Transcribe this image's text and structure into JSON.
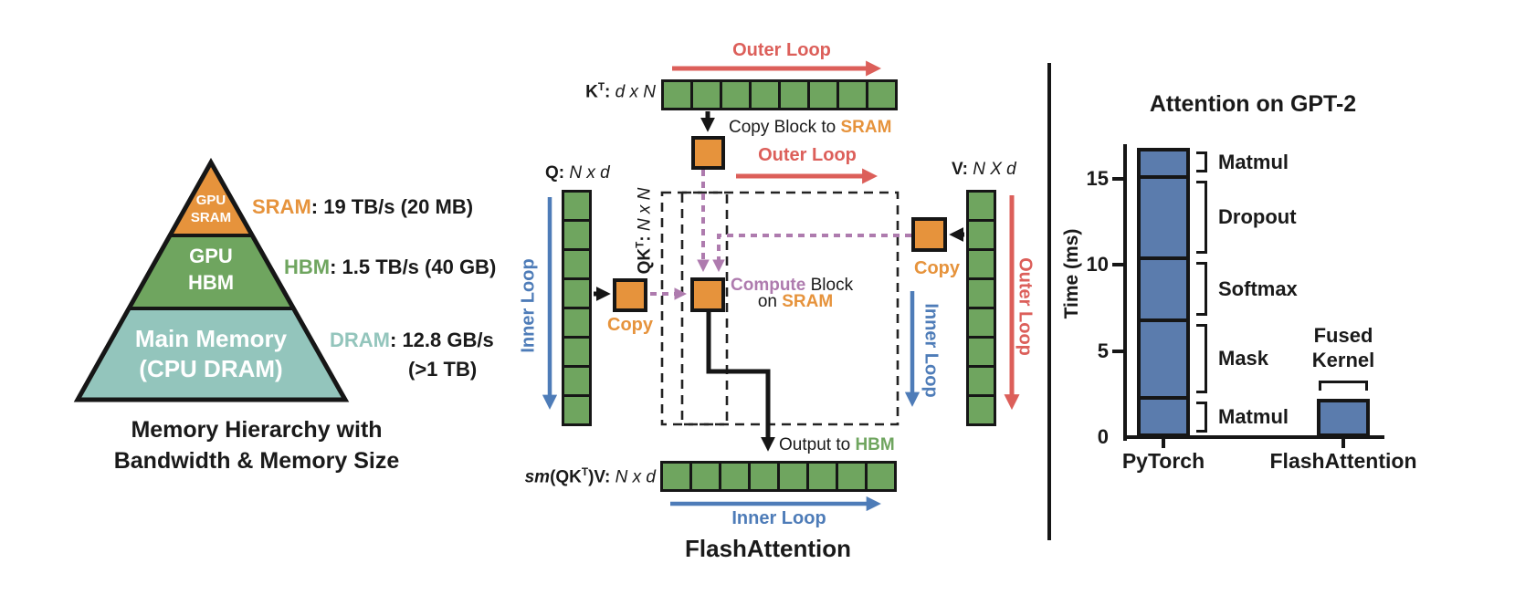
{
  "memory_hierarchy": {
    "caption": {
      "line1": "Memory Hierarchy with",
      "line2": "Bandwidth & Memory Size"
    },
    "pyramid_tiers": [
      {
        "id": "gpu-sram",
        "line1": "GPU",
        "line2": "SRAM"
      },
      {
        "id": "gpu-hbm",
        "line1": "GPU",
        "line2": "HBM"
      },
      {
        "id": "main-memory",
        "line1": "Main Memory",
        "line2": "(CPU DRAM)"
      }
    ],
    "annotations": [
      {
        "id": "sram",
        "name": "SRAM",
        "detail": ": 19 TB/s (20 MB)"
      },
      {
        "id": "hbm",
        "name": "HBM",
        "detail": ": 1.5 TB/s (40 GB)"
      },
      {
        "id": "dram",
        "name": "DRAM",
        "detail": ": 12.8 GB/s",
        "detail_line2": "(>1 TB)"
      }
    ]
  },
  "diagram": {
    "title": "FlashAttention",
    "labels": {
      "outer_loop": "Outer Loop",
      "inner_loop": "Inner Loop",
      "copy": "Copy",
      "copy_block_prefix": "Copy Block to ",
      "sram": "SRAM",
      "compute": "Compute",
      "block_suffix": " Block",
      "on_prefix": "on ",
      "output_prefix": "Output to ",
      "hbm": "HBM"
    },
    "matrices": {
      "kt": {
        "base": "K",
        "sup": "T",
        "sep": ": ",
        "dims": "d x N"
      },
      "q": {
        "base": "Q",
        "sep": ": ",
        "dims": "N x d"
      },
      "v": {
        "base": "V",
        "sep": ": ",
        "dims": "N X d"
      },
      "qkt": {
        "base": "QK",
        "sup": "T",
        "sep": ": ",
        "dims": "N x N"
      },
      "output": {
        "sm": "sm",
        "mid": "(QK",
        "sup": "T",
        "mid2": ")V",
        "sep": ": ",
        "dims": "N x d"
      },
      "blocks_per_matrix": 8
    }
  },
  "chart_data": {
    "type": "bar",
    "title": "Attention on GPT-2",
    "ylabel": "Time (ms)",
    "yticks": [
      0,
      5,
      10,
      15
    ],
    "ylim": [
      0,
      17.5
    ],
    "grid": false,
    "legend": "none",
    "categories": [
      "PyTorch",
      "FlashAttention"
    ],
    "bars": {
      "pytorch": {
        "category": "PyTorch",
        "stacked": true,
        "segments_bottom_to_top": [
          {
            "label": "Matmul",
            "value": 2.3
          },
          {
            "label": "Mask",
            "value": 4.5
          },
          {
            "label": "Softmax",
            "value": 3.6
          },
          {
            "label": "Dropout",
            "value": 4.7
          },
          {
            "label": "Matmul",
            "value": 1.7
          }
        ],
        "total": 16.8
      },
      "flashattention": {
        "category": "FlashAttention",
        "annotation_line1": "Fused",
        "annotation_line2": "Kernel",
        "value": 2.2
      }
    }
  },
  "colors": {
    "green": "#6FA55F",
    "orange": "#E6933C",
    "teal": "#93C5BC",
    "red": "#DC5F5A",
    "blue": "#4E7CB8",
    "purple": "#AE7BAE",
    "bar_blue": "#5B7CAD",
    "ink": "#1A1A1A"
  }
}
